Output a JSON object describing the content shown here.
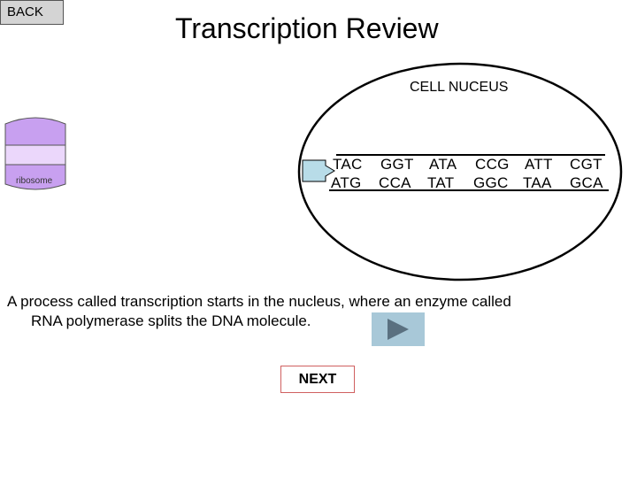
{
  "nav": {
    "back_label": "BACK",
    "next_label": "NEXT"
  },
  "title": "Transcription Review",
  "nucleus": {
    "label": "CELL NUCEUS"
  },
  "ribosome": {
    "label": "ribosome"
  },
  "dna": {
    "top_strand": [
      "TAC",
      "GGT",
      "ATA",
      "CCG",
      "ATT",
      "CGT"
    ],
    "bottom_strand": [
      "ATG",
      "CCA",
      "TAT",
      "GGC",
      "TAA",
      "GCA"
    ]
  },
  "description": {
    "line1": "A process called transcription starts in the nucleus, where an enzyme called",
    "line2": "RNA polymerase splits the DNA molecule."
  },
  "colors": {
    "ribosome_fill": "#c8a0f0",
    "ribosome_band": "#ebd7fb",
    "polymerase_fill": "#b8dce8",
    "play_button": "#a8c8d8",
    "next_border": "#d06060"
  },
  "icons": {
    "play": "play-icon"
  }
}
